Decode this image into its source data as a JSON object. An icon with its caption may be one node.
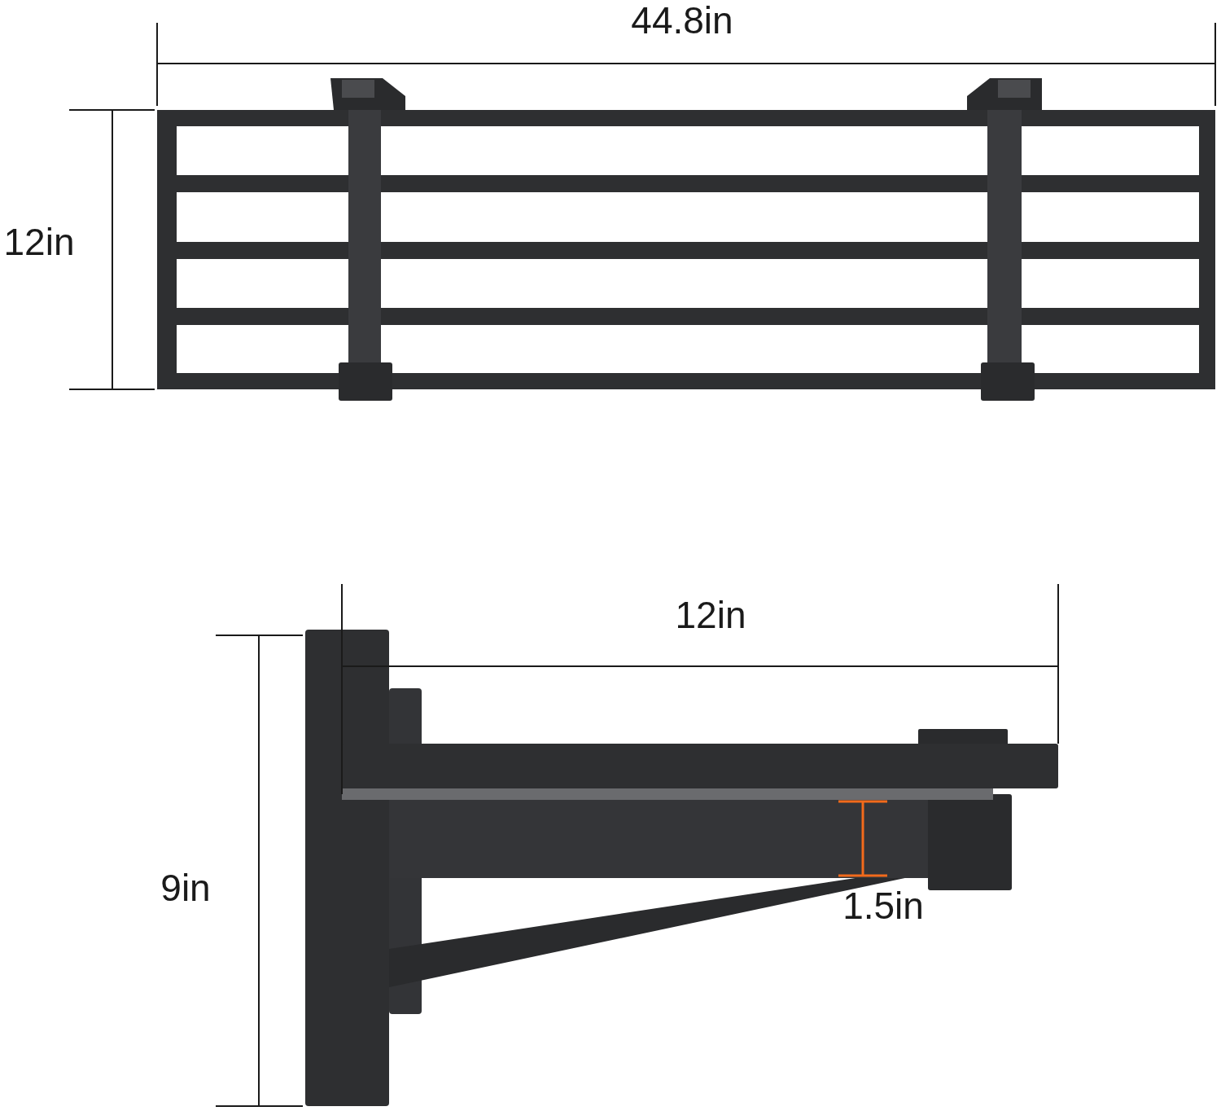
{
  "diagram": {
    "labels": [
      "44.8in",
      "12in",
      "12in",
      "9in",
      "1.5in"
    ]
  }
}
